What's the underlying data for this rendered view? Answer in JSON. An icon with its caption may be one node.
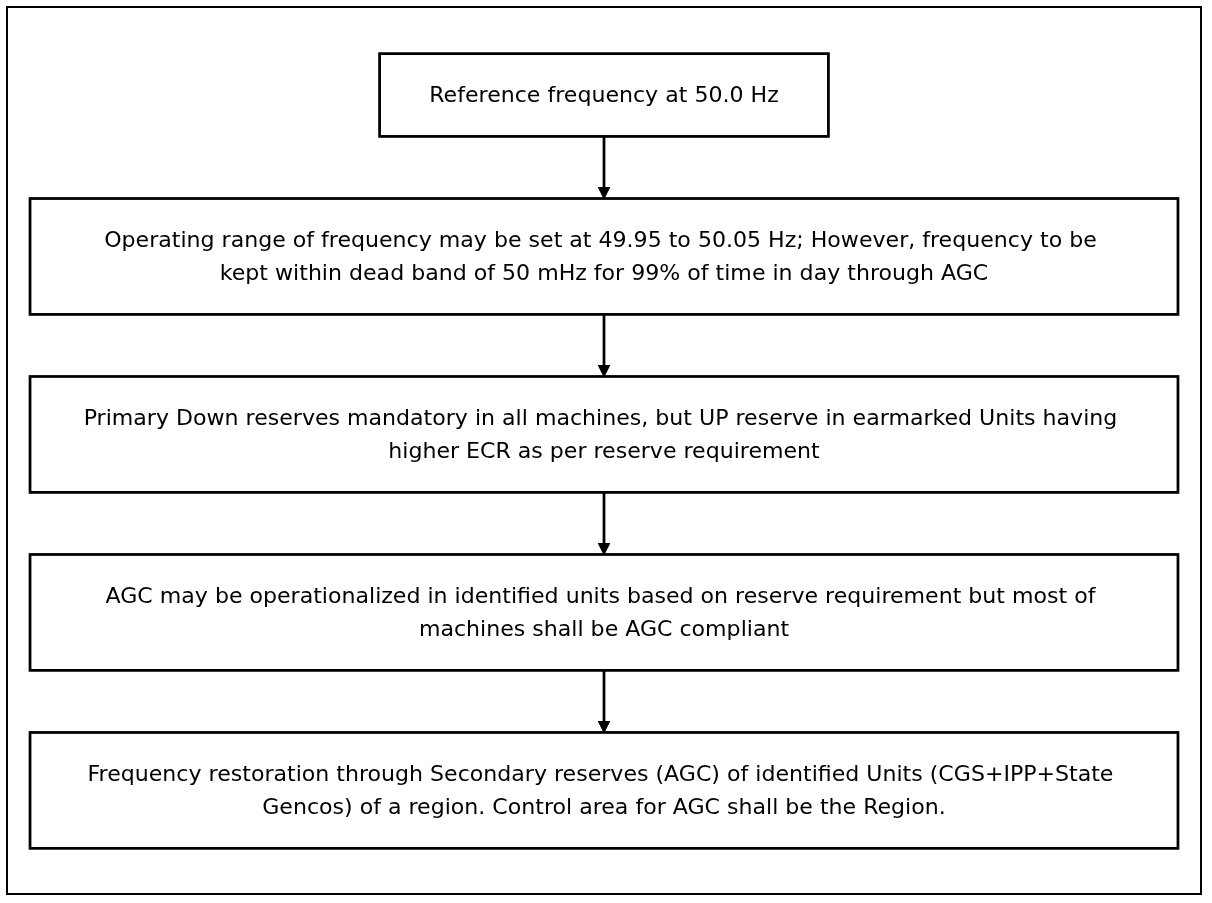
{
  "diagram": {
    "nodes": [
      {
        "text": [
          "Reference frequency at 50.0 Hz"
        ]
      },
      {
        "text": [
          "Operating range of frequency may be set at 49.95 to 50.05 Hz; However, frequency to be kept within dead band of 50 mHz for 99% of time in day through AGC"
        ]
      },
      {
        "text": [
          "Primary Down reserves mandatory in all machines, but UP reserve in earmarked Units having higher ECR as per reserve requirement"
        ]
      },
      {
        "text": [
          "AGC may be operationalized in identified units based on reserve requirement but most of machines shall be AGC compliant"
        ]
      },
      {
        "text": [
          "Frequency restoration through Secondary reserves (AGC) of identified Units (CGS+IPP+State Gencos) of a region. Control area for AGC shall be the Region."
        ]
      }
    ],
    "edges": [
      {
        "from": 0,
        "to": 1,
        "arrow": "to"
      },
      {
        "from": 1,
        "to": 2,
        "arrow": "to"
      },
      {
        "from": 2,
        "to": 3,
        "arrow": "to"
      },
      {
        "from": 3,
        "to": 4,
        "arrow": "to"
      }
    ]
  }
}
